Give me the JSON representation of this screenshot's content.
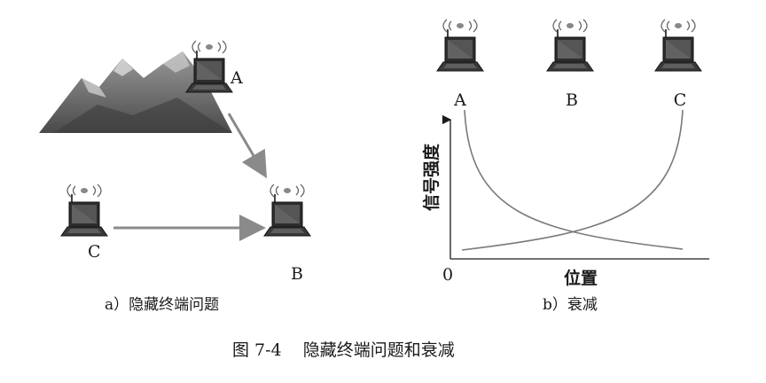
{
  "panel_a": {
    "station_a": "A",
    "station_b": "B",
    "station_c": "C",
    "caption": "a）隐藏终端问题"
  },
  "panel_b": {
    "station_a": "A",
    "station_b": "B",
    "station_c": "C",
    "y_axis_label": "信号强度",
    "x_axis_label": "位置",
    "origin_label": "0",
    "caption": "b）衰减"
  },
  "figure_caption": "图 7-4    隐藏终端问题和衰减"
}
